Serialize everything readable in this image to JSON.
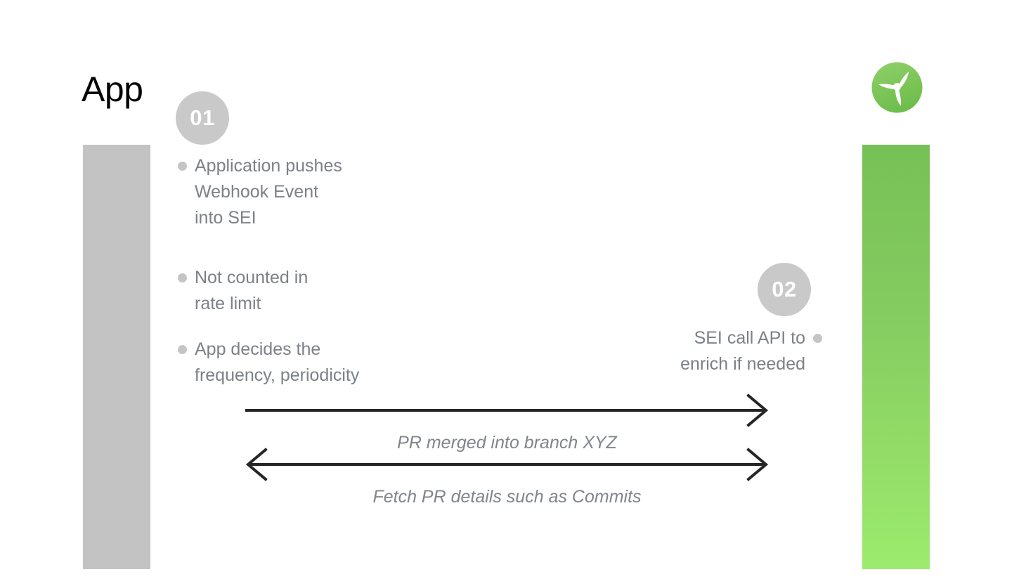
{
  "slide": {
    "title": "App",
    "background_color": "#ffffff"
  },
  "logo": {
    "name": "propeller-logo",
    "circle_color_top": "#8ace63",
    "circle_color_bottom": "#72c04f",
    "blade_color": "#ffffff"
  },
  "columns": {
    "left": {
      "label": "App",
      "color": "#c3c3c3"
    },
    "right": {
      "gradient_top": "#76c156",
      "gradient_bottom": "#9ceb6e"
    }
  },
  "steps": [
    {
      "badge": "01",
      "side": "left",
      "bullets": [
        "Application pushes\nWebhook Event\ninto SEI",
        "Not counted in\nrate limit",
        "App decides the\nfrequency, periodicity"
      ]
    },
    {
      "badge": "02",
      "side": "right",
      "bullets": [
        "SEI call API to\nenrich if needed"
      ]
    }
  ],
  "arrows": [
    {
      "label": "PR merged into branch XYZ",
      "direction": "right",
      "heads": [
        "right"
      ]
    },
    {
      "label": "Fetch PR details such as Commits",
      "direction": "both",
      "heads": [
        "left",
        "right"
      ]
    }
  ],
  "colors": {
    "body_text": "#7c8187",
    "title_text": "#050505",
    "badge_bg": "#c9c9c9",
    "badge_text": "#ffffff",
    "bullet_dot": "#c5c5c5",
    "arrow_line": "#262626",
    "label_text": "#80858b"
  }
}
